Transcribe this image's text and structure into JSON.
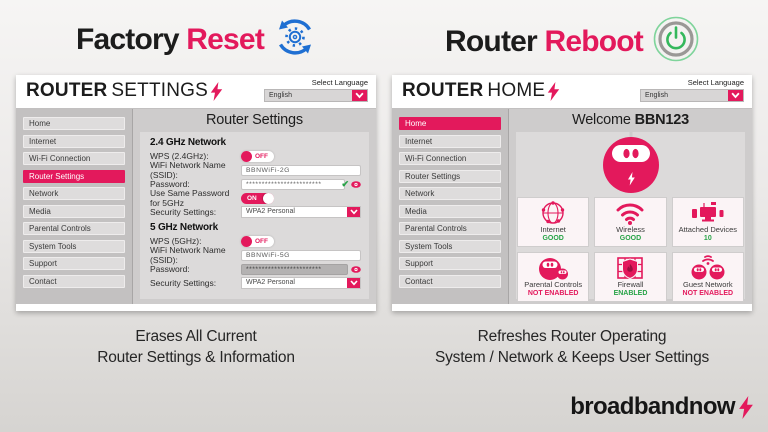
{
  "colors": {
    "pink": "#e3195c",
    "green": "#27a347",
    "blue": "#1f6fd2",
    "power_green": "#34b85c"
  },
  "left": {
    "title": {
      "black": "Factory",
      "pink": "Reset"
    },
    "header": {
      "brand_bold": "ROUTER",
      "brand_light": "SETTINGS",
      "select_language_label": "Select Language",
      "language_value": "English"
    },
    "sidebar": {
      "items": [
        "Home",
        "Internet",
        "Wi-Fi Connection",
        "Router Settings",
        "Network",
        "Media",
        "Parental Controls",
        "System Tools",
        "Support",
        "Contact"
      ],
      "active_item": "Router Settings"
    },
    "main_title": "Router Settings",
    "section_24": {
      "heading": "2.4 GHz Network",
      "wps_label": "WPS (2.4GHz):",
      "wps_state": "OFF",
      "ssid_label": "WiFi Network Name (SSID):",
      "ssid_value": "BBNWiFi-2G",
      "password_label": "Password:",
      "password_value": "************************",
      "same_pw_label": "Use Same Password for 5GHz",
      "same_pw_state": "ON",
      "security_label": "Security Settings:",
      "security_value": "WPA2 Personal"
    },
    "section_5": {
      "heading": "5 GHz Network",
      "wps_label": "WPS (5GHz):",
      "wps_state": "OFF",
      "ssid_label": "WiFi Network Name (SSID):",
      "ssid_value": "BBNWiFi-5G",
      "password_label": "Password:",
      "password_value": "************************",
      "security_label": "Security Settings:",
      "security_value": "WPA2 Personal"
    },
    "caption_line1": "Erases All Current",
    "caption_line2": "Router Settings & Information"
  },
  "right": {
    "title": {
      "black": "Router",
      "pink": "Reboot"
    },
    "header": {
      "brand_bold": "ROUTER",
      "brand_light": "HOME",
      "select_language_label": "Select Language",
      "language_value": "English"
    },
    "sidebar": {
      "items": [
        "Home",
        "Internet",
        "Wi-Fi Connection",
        "Router Settings",
        "Network",
        "Media",
        "Parental Controls",
        "System Tools",
        "Support",
        "Contact"
      ],
      "active_item": "Home"
    },
    "welcome": {
      "normal": "Welcome",
      "bold": "BBN123"
    },
    "tiles": [
      {
        "label": "Internet",
        "status": "GOOD",
        "status_type": "good",
        "icon": "globe-network-icon"
      },
      {
        "label": "Wireless",
        "status": "GOOD",
        "status_type": "good",
        "icon": "wifi-icon"
      },
      {
        "label": "Attached Devices",
        "status": "10",
        "status_type": "good",
        "icon": "attached-devices-icon"
      },
      {
        "label": "Parental Controls",
        "status": "NOT ENABLED",
        "status_type": "bad",
        "icon": "parental-robot-icon"
      },
      {
        "label": "Firewall",
        "status": "ENABLED",
        "status_type": "good",
        "icon": "firewall-shield-icon"
      },
      {
        "label": "Guest Network",
        "status": "NOT ENABLED",
        "status_type": "bad",
        "icon": "guest-robots-icon"
      }
    ],
    "caption_line1": "Refreshes Router Operating",
    "caption_line2": "System / Network & Keeps User Settings"
  },
  "logo": {
    "normal": "broadband",
    "bold": "now"
  }
}
